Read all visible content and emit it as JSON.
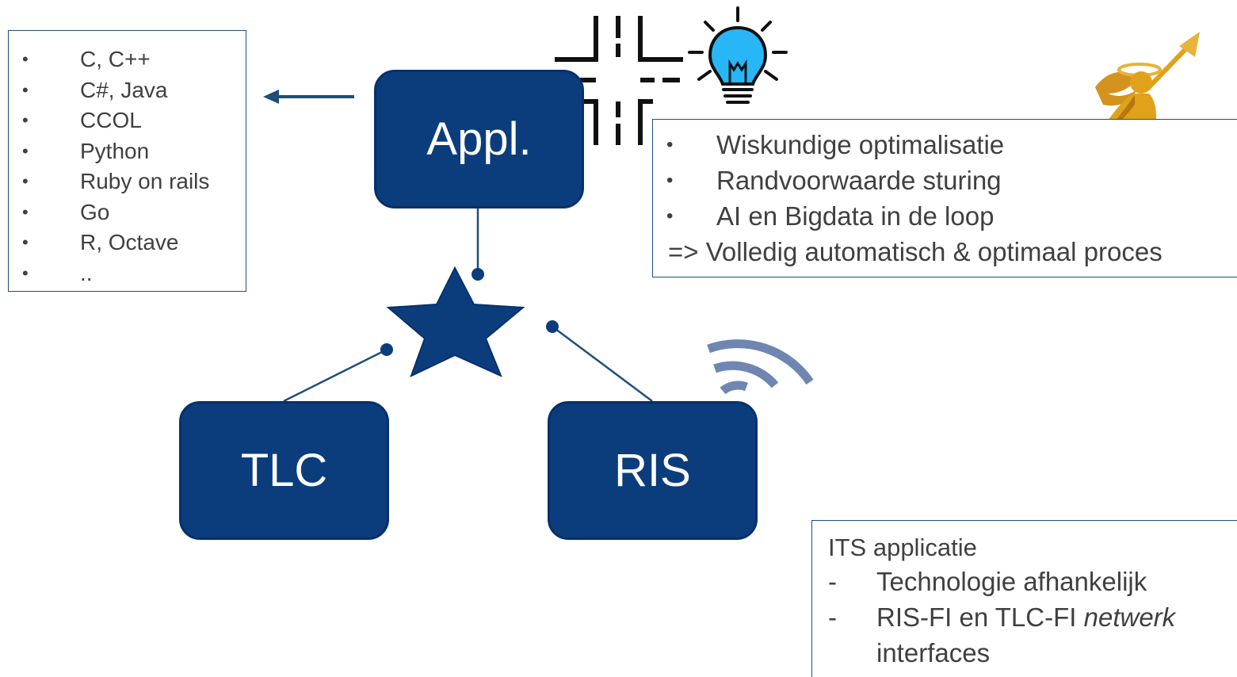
{
  "nodes": {
    "appl": "Appl.",
    "tlc": "TLC",
    "ris": "RIS"
  },
  "languages": [
    "C, C++",
    "C#, Java",
    "CCOL",
    "Python",
    "Ruby on rails",
    "Go",
    "R, Octave",
    ".."
  ],
  "optimization": {
    "bullets": [
      "Wiskundige optimalisatie",
      "Randvoorwaarde sturing",
      "AI en Bigdata in de loop"
    ],
    "conclusion": "=> Volledig automatisch & optimaal proces"
  },
  "its": {
    "title": "ITS applicatie",
    "item1": "Technologie afhankelijk",
    "item2_prefix": "RIS-FI en TLC-FI ",
    "item2_italic": "netwerk",
    "item2_suffix": "interfaces"
  },
  "colors": {
    "node_fill": "#0b3d7d",
    "wifi": "#6e86b0",
    "bulb": "#29b6f6",
    "angel": "#e0a21a"
  },
  "icons": [
    "traffic-intersection-icon",
    "lightbulb-icon",
    "angel-trumpet-icon",
    "wifi-signal-icon",
    "star-hub-icon",
    "arrow-left-icon"
  ]
}
